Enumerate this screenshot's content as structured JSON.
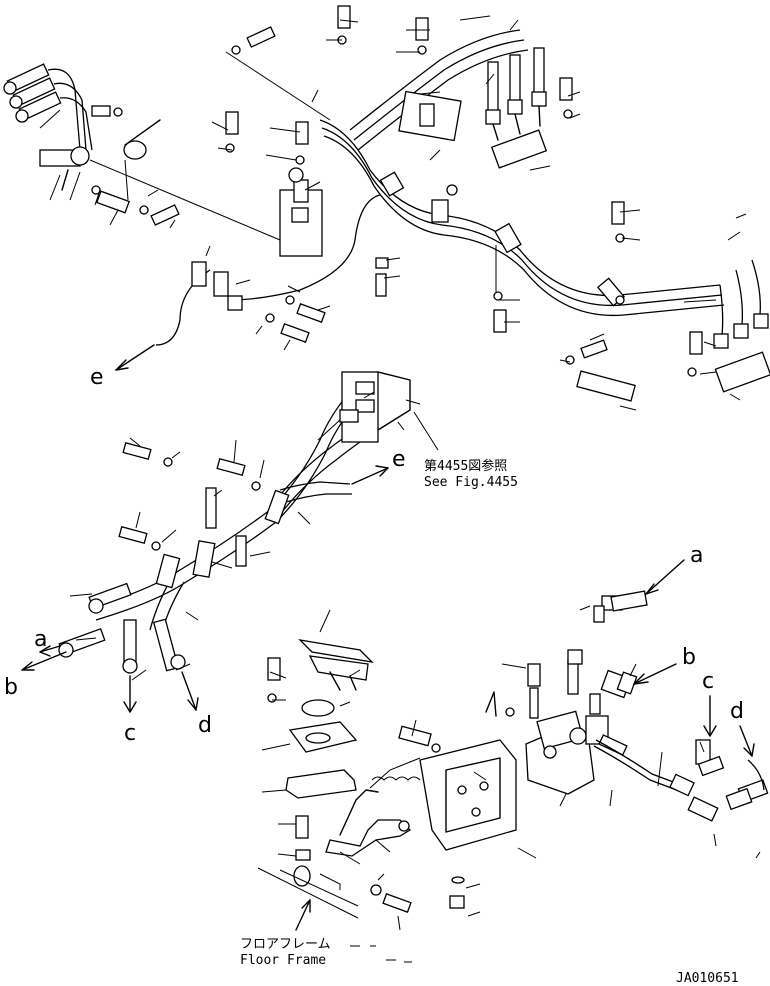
{
  "references": {
    "a": "a",
    "b": "b",
    "c": "c",
    "d": "d",
    "e": "e"
  },
  "notes": {
    "see_fig_jp": "第4455図参照",
    "see_fig_en": "See Fig.4455",
    "floor_frame_jp": "フロアフレーム",
    "floor_frame_en": "Floor Frame"
  },
  "drawing_code": "JA010651"
}
